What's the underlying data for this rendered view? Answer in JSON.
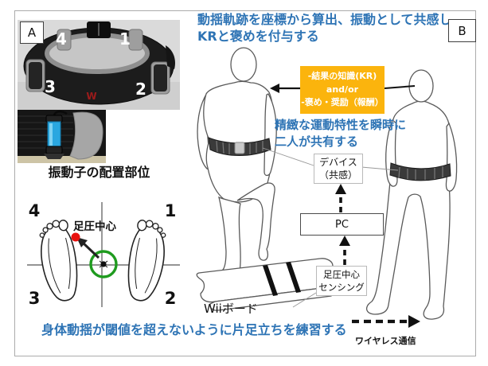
{
  "figure": {
    "panel_a_label": "A",
    "panel_b_label": "B"
  },
  "panel_a": {
    "belt_numbers": [
      "4",
      "1",
      "3",
      "2"
    ],
    "belt_logo": "W",
    "photo_caption": "振動子の配置部位",
    "feet_numbers": [
      "4",
      "1",
      "3",
      "2"
    ],
    "cop_label": "足圧中心",
    "bottom_note": "身体動揺が閾値を超えないように片足立ちを練習する"
  },
  "panel_b": {
    "heading": {
      "line1": "動揺軌跡を座標から算出、振動として共感し、",
      "line2": "KRと褒めを付与する"
    },
    "feedback_box": {
      "line1": "-結果の知識(KR)",
      "line2": "and/or",
      "line3": "-褒め・奨励（報酬）"
    },
    "share_note": {
      "line1": "精緻な運動特性を瞬時に",
      "line2": "二人が共有する"
    },
    "device_box": {
      "line1": "デバイス",
      "line2": "（共感）"
    },
    "pc_box_label": "PC",
    "sensing_box": {
      "line1": "足圧中心",
      "line2": "センシング"
    },
    "wii_board_label": "Wiiボード",
    "wireless_label": "ワイヤレス通信"
  },
  "colors": {
    "accent_blue": "#2E74B5",
    "highlight_orange": "#FBB40D",
    "cop_red": "#E8110E",
    "target_green": "#1F9B1F"
  }
}
